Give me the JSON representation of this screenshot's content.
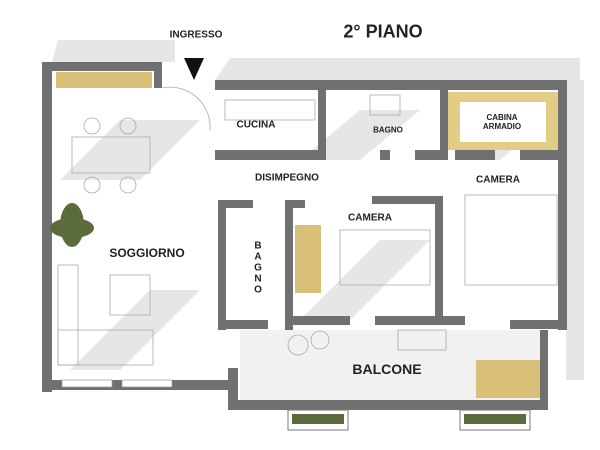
{
  "title": "2° PIANO",
  "entrance_label": "INGRESSO",
  "rooms": {
    "cucina": "CUCINA",
    "bagno_top": "BAGNO",
    "cabina_armadio": [
      "CABINA",
      "ARMADIO"
    ],
    "disimpegno": "DISIMPEGNO",
    "camera_right": "CAMERA",
    "camera_center": "CAMERA",
    "bagno_side": [
      "B",
      "A",
      "G",
      "N",
      "O"
    ],
    "soggiorno": "SOGGIORNO",
    "balcone": "BALCONE"
  },
  "colors": {
    "wall": "#6f6f6f",
    "shadow": "#e4e4e4",
    "wood": "#d9c079",
    "planter": "#5b6b3c"
  }
}
